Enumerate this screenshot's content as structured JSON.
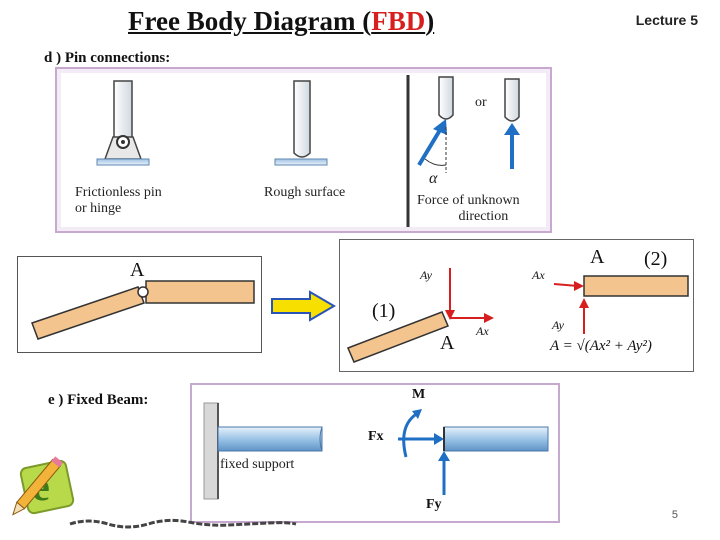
{
  "title": {
    "prefix": "Free Body Diagram (",
    "highlight": "FBD",
    "suffix": ")"
  },
  "lecture": "Lecture 5",
  "section_d": "d ) Pin connections:",
  "section_e": "e ) Fixed Beam:",
  "pin_panel": {
    "caption_pin_line1": "Frictionless pin",
    "caption_pin_line2": "or hinge",
    "caption_rough": "Rough surface",
    "caption_or": "or",
    "caption_alpha": "α",
    "caption_force_line1": "Force of unknown",
    "caption_force_line2": "direction"
  },
  "beam_panel": {
    "point_label": "A"
  },
  "fbd_panel": {
    "label_ay_left": "Ay",
    "label_ax_left": "Ax",
    "label_1": "(1)",
    "label_a_left": "A",
    "label_ax_right": "Ax",
    "label_a_right": "A",
    "label_2": "(2)",
    "label_ay_right": "Ay",
    "formula": "A = √(Ax² + Ay²)"
  },
  "fixed_panel": {
    "caption_support": "fixed support",
    "label_m": "M",
    "label_fx": "Fx",
    "label_fy": "Fy"
  },
  "page_number": "5",
  "colors": {
    "title_highlight": "#d81f1f",
    "force_blue": "#1f6fc4",
    "force_red": "#d81f1f",
    "beam_fill": "#f4c48f",
    "arrow_yellow": "#f7e000"
  }
}
